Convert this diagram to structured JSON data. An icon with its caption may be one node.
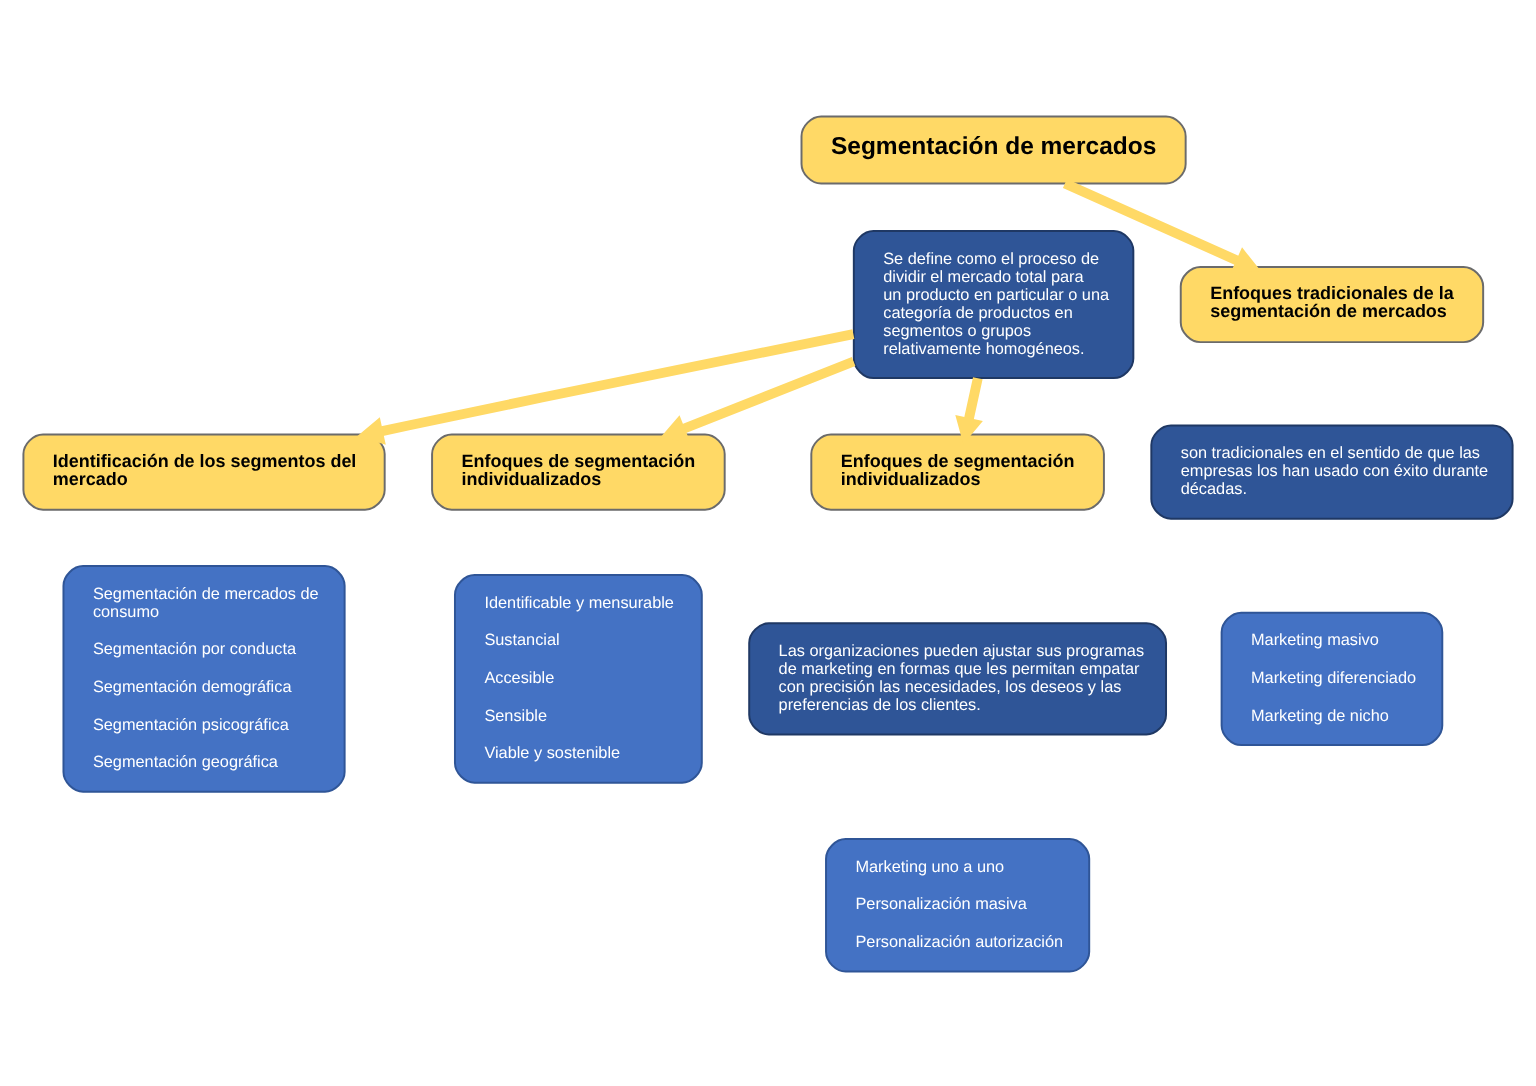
{
  "diagram": {
    "nodes": [
      {
        "text": [
          "Segmentación de mercados"
        ]
      },
      {
        "text": [
          "Se define como el proceso de dividir el mercado total para un producto en particular o una categoría de productos en segmentos o grupos relativamente homogéneos."
        ]
      },
      {
        "text": [
          "Enfoques tradicionales de la segmentación de mercados"
        ]
      },
      {
        "text": [
          "son tradicionales en el sentido de que las empresas los han usado con éxito durante décadas."
        ]
      },
      {
        "text": [
          "Marketing masivo",
          "Marketing diferenciado",
          "Marketing de nicho"
        ]
      },
      {
        "text": [
          "Enfoques de segmentación individualizados"
        ]
      },
      {
        "text": [
          "Las organizaciones pueden ajustar sus programas de marketing en formas que les permitan empatar con precisión las necesidades, los deseos y las preferencias de los clientes."
        ]
      },
      {
        "text": [
          "Marketing uno a uno",
          "Personalización masiva",
          "Personalización autorización"
        ]
      },
      {
        "text": [
          "Identificación de los segmentos del mercado"
        ]
      },
      {
        "text": [
          "Segmentación de mercados de consumo",
          "Segmentación por conducta",
          "Segmentación demográfica",
          "Segmentación psicográfica",
          "Segmentación geográfica"
        ]
      },
      {
        "text": [
          "Enfoques de segmentación individualizados"
        ]
      },
      {
        "text": [
          "Identificable y mensurable",
          "Sustancial",
          "Accesible",
          "Sensible",
          "Viable y sostenible"
        ]
      }
    ],
    "edges": [
      {
        "from": 0,
        "to": 2,
        "arrow": "to"
      },
      {
        "from": 1,
        "to": 5,
        "arrow": "to"
      },
      {
        "from": 1,
        "to": 8,
        "arrow": "to"
      },
      {
        "from": 1,
        "to": 10,
        "arrow": "to"
      }
    ]
  }
}
